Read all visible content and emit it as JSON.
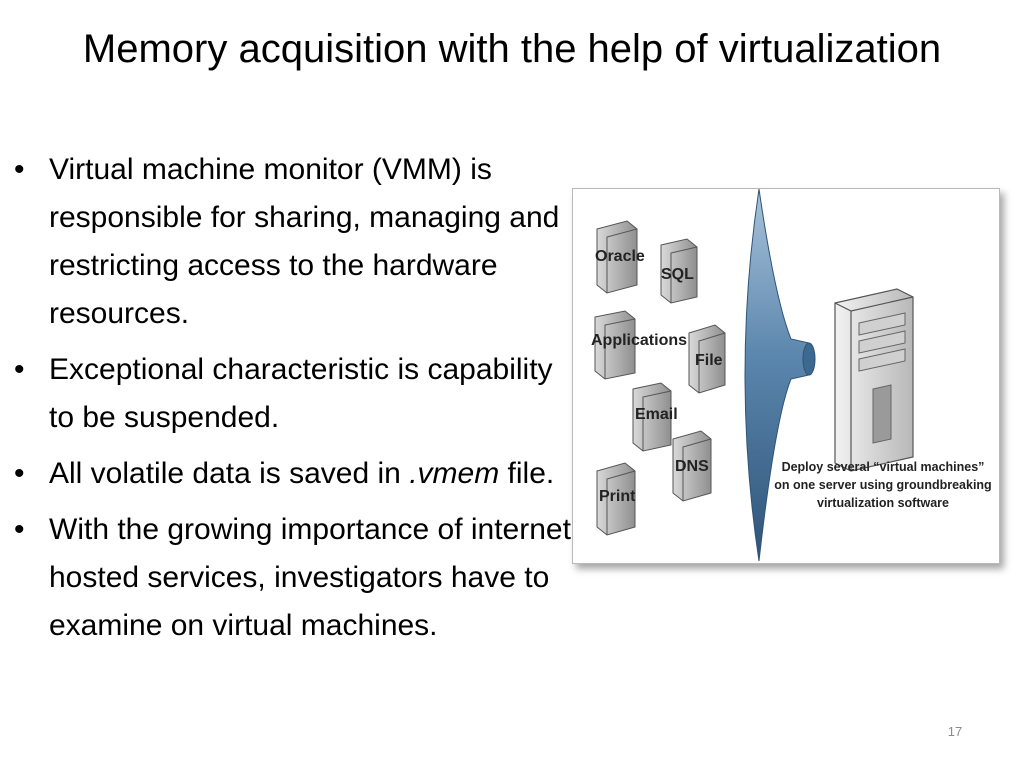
{
  "slide": {
    "title": "Memory acquisition with the help of virtualization",
    "number": "17"
  },
  "bullets": [
    {
      "marker": "•",
      "text": "Virtual machine monitor (VMM) is responsible for sharing, managing and restricting access to the hardware resources."
    },
    {
      "marker": "•",
      "text": "Exceptional characteristic is capability to be suspended."
    },
    {
      "marker": "•",
      "text_before": "All volatile data is saved in ",
      "text_italic": ".vmem",
      "text_after": " file."
    },
    {
      "marker": "•",
      "text": "With the growing importance of internet-hosted services, investigators have to examine on virtual machines."
    }
  ],
  "figure": {
    "server_labels": [
      "Oracle",
      "SQL",
      "Applications",
      "File",
      "Email",
      "DNS",
      "Print"
    ],
    "caption_lines": [
      "Deploy several “virtual machines”",
      "on one server using groundbreaking",
      "virtualization software"
    ],
    "funnel_color": "#5b86ad"
  }
}
